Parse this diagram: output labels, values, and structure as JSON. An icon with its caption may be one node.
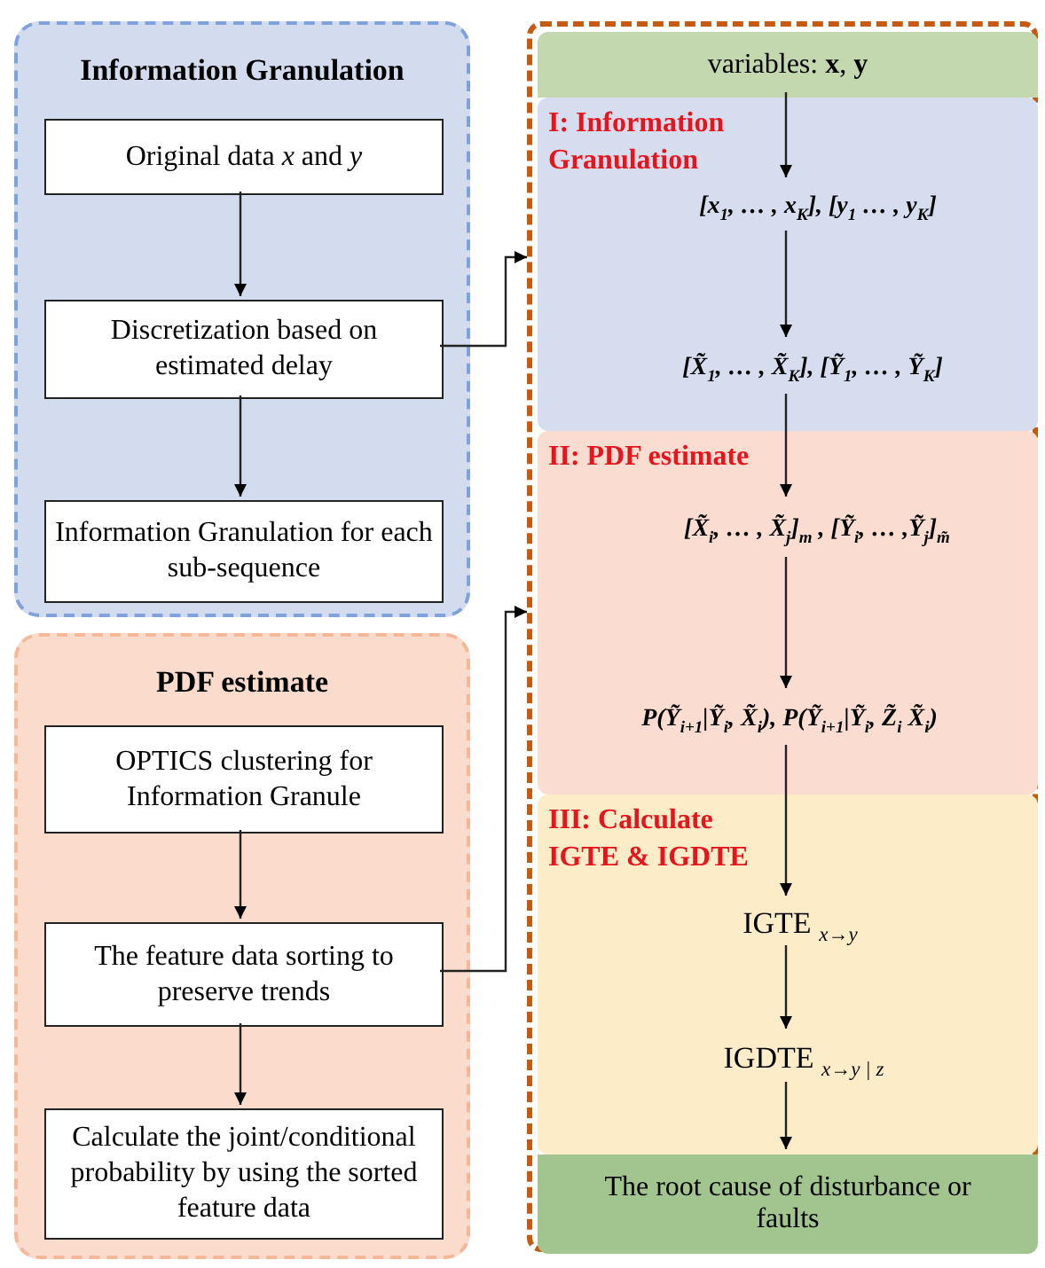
{
  "diagram": {
    "nodes": [
      {
        "text": [
          "Information Granulation"
        ]
      },
      {
        "text": [
          "Original data *x* and *y*"
        ],
        "in": 0
      },
      {
        "text": [
          "Discretization based on estimated delay"
        ],
        "in": 0
      },
      {
        "text": [
          "Information Granulation for each sub-sequence"
        ],
        "in": 0
      },
      {
        "text": [
          "PDF estimate"
        ]
      },
      {
        "text": [
          "OPTICS clustering for Information Granule"
        ],
        "in": 4
      },
      {
        "text": [
          "The feature data sorting to preserve trends"
        ],
        "in": 4
      },
      {
        "text": [
          "Calculate the joint/conditional probability by using the sorted feature data"
        ],
        "in": 4
      },
      {
        "text": [],
        "shape": "box"
      },
      {
        "text": [
          "variables: **x**, **y**"
        ],
        "in": 8
      },
      {
        "text": [
          "I: Information Granulation"
        ],
        "in": 8
      },
      {
        "text": [
          "[x$_{1}$, … , x$_{K}$], [y$_{1}$ … , y$_{K}$]"
        ],
        "in": 10
      },
      {
        "text": [
          "[X̃$_{1}$, … , X̃$_{K}$], [Ỹ$_{1}$, … , Ỹ$_{K}$]"
        ],
        "in": 10
      },
      {
        "text": [
          "II: PDF estimate"
        ],
        "in": 8
      },
      {
        "text": [
          "[X̃$_{i}$, … , X̃$_{j}$]$_{m}$ , [Ỹ$_{i}$, … ,Ỹ$_{j}$]$_{m̃}$"
        ],
        "in": 13
      },
      {
        "text": [
          "P(Ỹ$_{i+1}$|Ỹ$_{i}$, X̃$_{i}$), P(Ỹ$_{i+1}$|Ỹ$_{i}$, Z̃$_{i}$ X̃$_{i}$)"
        ],
        "in": 13
      },
      {
        "text": [
          "III: Calculate IGTE & IGDTE"
        ],
        "in": 8
      },
      {
        "text": [
          "IGTE $_{x→y}$"
        ],
        "in": 16
      },
      {
        "text": [
          "IGDTE $_{x→y | z}$"
        ],
        "in": 16
      },
      {
        "text": [
          "The root cause of  disturbance or faults"
        ],
        "in": 8
      }
    ],
    "edges": [
      {
        "from": 1,
        "to": 2,
        "arrow": "to"
      },
      {
        "from": 2,
        "to": 3,
        "arrow": "to"
      },
      {
        "from": 5,
        "to": 6,
        "arrow": "to"
      },
      {
        "from": 6,
        "to": 7,
        "arrow": "to"
      },
      {
        "from": 2,
        "to": 8,
        "arrow": "to"
      },
      {
        "from": 6,
        "to": 8,
        "arrow": "to"
      },
      {
        "from": 9,
        "to": 11,
        "arrow": "to"
      },
      {
        "from": 11,
        "to": 12,
        "arrow": "to"
      },
      {
        "from": 12,
        "to": 14,
        "arrow": "to"
      },
      {
        "from": 14,
        "to": 15,
        "arrow": "to"
      },
      {
        "from": 15,
        "to": 17,
        "arrow": "to"
      },
      {
        "from": 17,
        "to": 18,
        "arrow": "to"
      },
      {
        "from": 18,
        "to": 19,
        "arrow": "to"
      }
    ]
  }
}
